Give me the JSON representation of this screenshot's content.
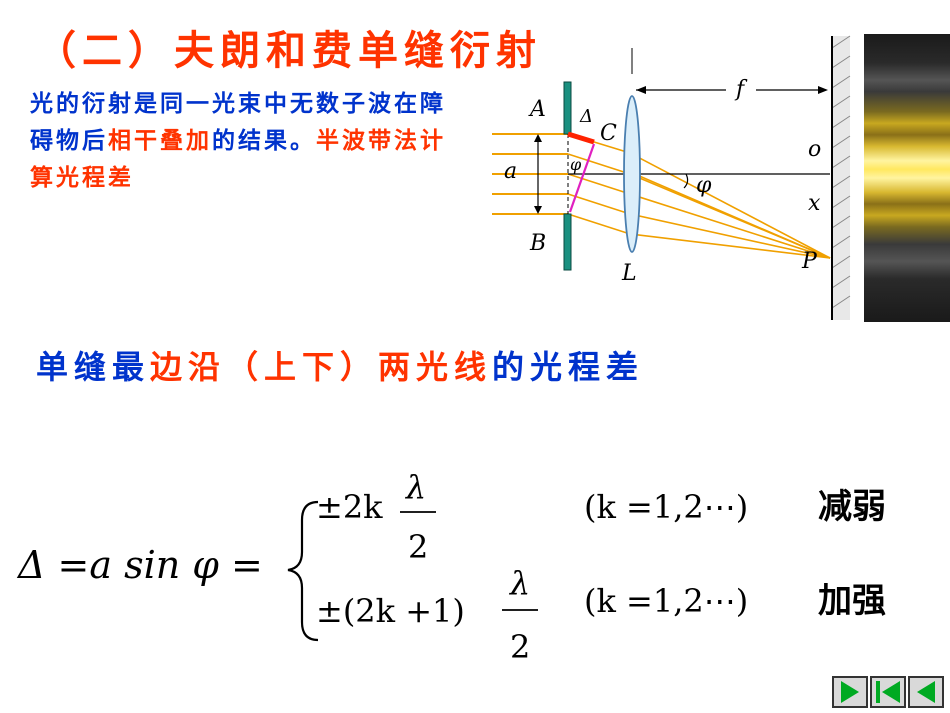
{
  "title": "（二）夫朗和费单缝衍射",
  "intro": {
    "part1": "光的衍射是同一光束中无数子波在障碍物后",
    "part2": "相干叠加",
    "part3": "的结果。",
    "part4": "半波带法计算光程差"
  },
  "subtitle": {
    "part1": "单缝最",
    "part2": "边沿（上下）两光线",
    "part3": "的光程差"
  },
  "diagram": {
    "label_A": "A",
    "label_B": "B",
    "label_C": "C",
    "label_delta": "Δ",
    "label_a": "a",
    "label_phi_slit": "φ",
    "label_phi": "φ",
    "label_L": "L",
    "label_f": "f",
    "label_o": "o",
    "label_x": "x",
    "label_P": "P"
  },
  "formula": {
    "lhs": "Δ =a sin φ =",
    "case1_expr": "±2k",
    "case2_expr": "±(2k +1)",
    "frac_num": "λ",
    "frac_den": "2",
    "case1_cond": "(k =1,2⋯)",
    "case1_result": "减弱",
    "case2_cond": "(k =1,2⋯)",
    "case2_result": "加强"
  },
  "colors": {
    "title": "#ff3300",
    "blue_text": "#0033cc",
    "red_text": "#ff3300",
    "ray": "#f0a000",
    "slit": "#1a9080",
    "lens": "#9fc8e8"
  }
}
